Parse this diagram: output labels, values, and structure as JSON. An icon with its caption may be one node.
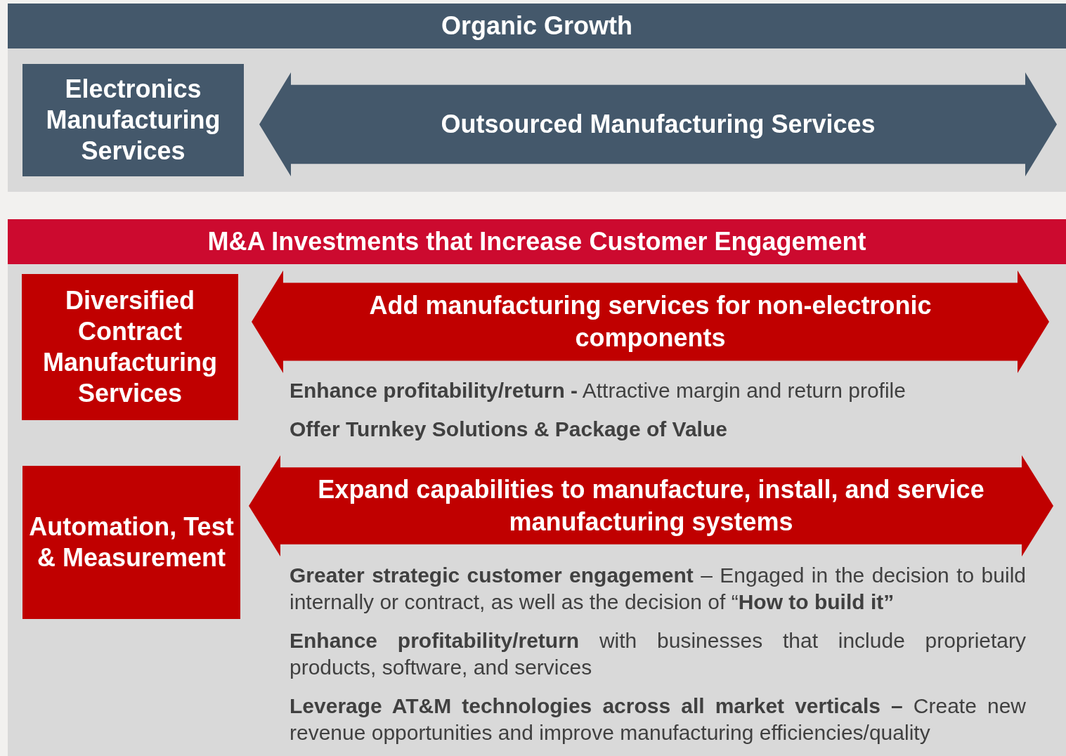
{
  "diagram": {
    "nodes": [
      {
        "text": [
          "Organic Growth"
        ]
      },
      {
        "text": [
          "Electronics Manufacturing Services"
        ],
        "in": 0
      },
      {
        "text": [
          "Outsourced Manufacturing Services"
        ],
        "in": 0
      },
      {
        "text": [
          "M&A Investments that Increase Customer Engagement"
        ]
      },
      {
        "text": [
          "Diversified Contract Manufacturing Services"
        ],
        "in": 3
      },
      {
        "text": [
          "Add manufacturing services for non-electronic components"
        ],
        "in": 3
      },
      {
        "text": [
          "Automation, Test & Measurement"
        ],
        "in": 3
      },
      {
        "text": [
          "Expand capabilities to manufacture, install, and service manufacturing systems"
        ],
        "in": 3
      }
    ],
    "edges": [],
    "labels": [
      "**Enhance profitability/return -** Attractive margin and return profile",
      "**Offer Turnkey Solutions & Package of Value**",
      "**Greater strategic customer engagement** – Engaged in the decision to build internally or contract, as well as the decision of “**How to build it”**",
      "**Enhance profitability/return** with businesses that include proprietary products, software, and services",
      "**Leverage AT&M technologies across all market verticals –** Create new revenue opportunities and improve manufacturing efficiencies/quality"
    ]
  }
}
